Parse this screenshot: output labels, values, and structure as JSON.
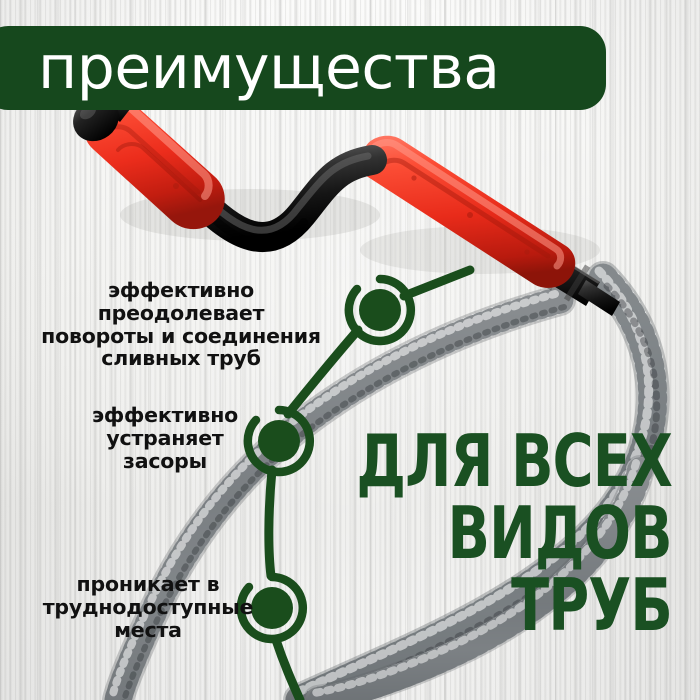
{
  "banner": {
    "title": "преимущества",
    "bg_color": "#16481d",
    "text_color": "#ffffff"
  },
  "theme": {
    "green": "#1a5022",
    "marker_green": "#1a4d1c",
    "text_black": "#111111",
    "background": "#f3f3f1"
  },
  "features": [
    {
      "id": "feature-turns",
      "lines": [
        "эффективно преодолевает",
        "повороты и соединения",
        "сливных труб"
      ]
    },
    {
      "id": "feature-clogs",
      "lines": [
        "эффективно",
        "устраняет",
        "засоры"
      ]
    },
    {
      "id": "feature-hard-to-reach",
      "lines": [
        "проникает в",
        "труднодоступные",
        "места"
      ]
    }
  ],
  "headline": {
    "lines": [
      "ДЛЯ ВСЕХ",
      "ВИДОВ",
      "ТРУБ"
    ],
    "color": "#1a5022"
  },
  "product": {
    "name": "drain-auger-cable",
    "handle_color": "#ee3124",
    "crank_color": "#1b1b1b",
    "cable_color": "#b9bcbe"
  }
}
